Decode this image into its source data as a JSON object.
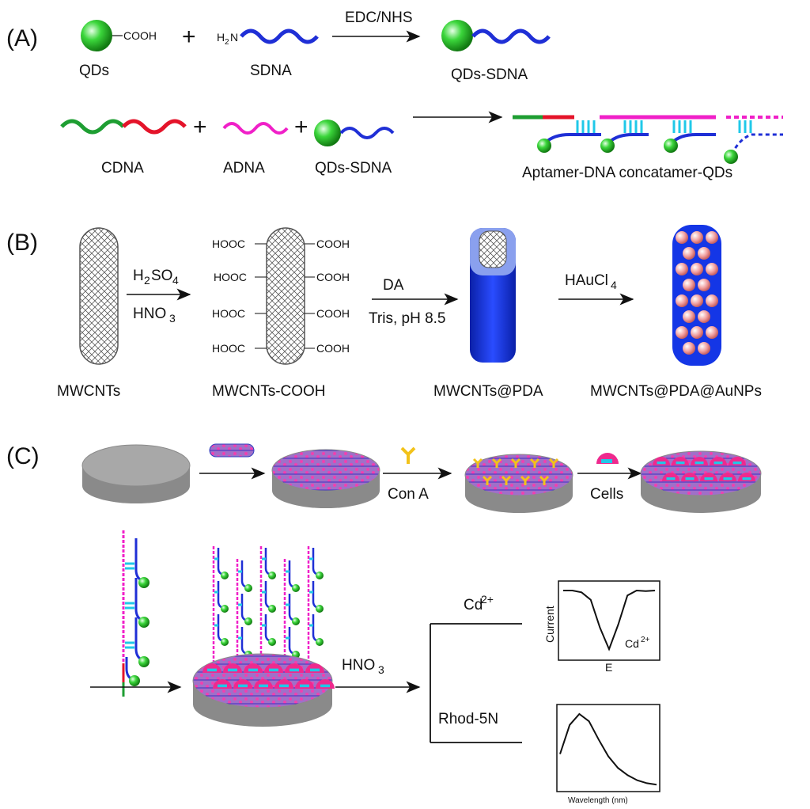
{
  "panel_labels": {
    "a": "(A)",
    "b": "(B)",
    "c": "(C)"
  },
  "panel_a": {
    "qd_cooh_label": "COOH",
    "qds_label": "QDs",
    "plus": "+",
    "amine_label_h2": "H",
    "amine_label_n": "N",
    "amine_sub": "2",
    "sdna_label": "SDNA",
    "reagent": "EDC/NHS",
    "product1": "QDs-SDNA",
    "cdna_label": "CDNA",
    "adna_label": "ADNA",
    "qds_sdna_label": "QDs-SDNA",
    "product2": "Aptamer-DNA concatamer-QDs"
  },
  "panel_b": {
    "mwcnts": "MWCNTs",
    "acid1_main": "H",
    "acid1_sub": "2",
    "acid1_rest": "SO",
    "acid1_sub2": "4",
    "acid2_main": "HNO",
    "acid2_sub": "3",
    "hooc": "HOOC",
    "cooh": "COOH",
    "mwcnts_cooh": "MWCNTs-COOH",
    "da": "DA",
    "tris": "Tris, pH 8.5",
    "mwcnts_pda": "MWCNTs@PDA",
    "haucl_main": "HAuCl",
    "haucl_sub": "4",
    "mwcnts_pda_au": "MWCNTs@PDA@AuNPs"
  },
  "panel_c": {
    "con_a": "Con A",
    "cells": "Cells",
    "hno3_main": "HNO",
    "hno3_sub": "3",
    "cd_main": "Cd",
    "cd_sup": "2+",
    "rhod": "Rhod-5N",
    "plot1": {
      "ylabel": "Current",
      "xlabel": "E",
      "annot_main": "Cd",
      "annot_sup": "2+"
    },
    "plot2": {
      "xlabel": "Wavelength (nm)"
    }
  },
  "colors": {
    "qd_green": "#3bd63b",
    "dna_blue": "#1f2fd6",
    "dna_green": "#1e9e32",
    "dna_red": "#e4142a",
    "dna_pink": "#f020c8",
    "dna_cyan": "#20c8e8",
    "pda_blue": "#1436e6",
    "au_pink": "#f2a0a0",
    "cell_pink": "#ee2a8e",
    "cona_yellow": "#f2c21a",
    "electrode_gray": "#a8a8a8"
  },
  "chart_data": [
    {
      "type": "line",
      "title": "",
      "xlabel": "E",
      "ylabel": "Current",
      "x": [
        0,
        1,
        2,
        3,
        4,
        5,
        6,
        7,
        8,
        9,
        10
      ],
      "series": [
        {
          "values": [
            1.0,
            1.0,
            0.97,
            0.85,
            0.4,
            0.05,
            0.45,
            0.92,
            1.0,
            0.99,
            1.0
          ]
        }
      ]
    },
    {
      "type": "line",
      "title": "",
      "xlabel": "Wavelength (nm)",
      "ylabel": "",
      "x": [
        0,
        1,
        2,
        3,
        4,
        5,
        6,
        7,
        8,
        9,
        10
      ],
      "series": [
        {
          "values": [
            0.45,
            0.85,
            1.0,
            0.9,
            0.65,
            0.42,
            0.26,
            0.16,
            0.09,
            0.05,
            0.03
          ]
        }
      ]
    }
  ]
}
